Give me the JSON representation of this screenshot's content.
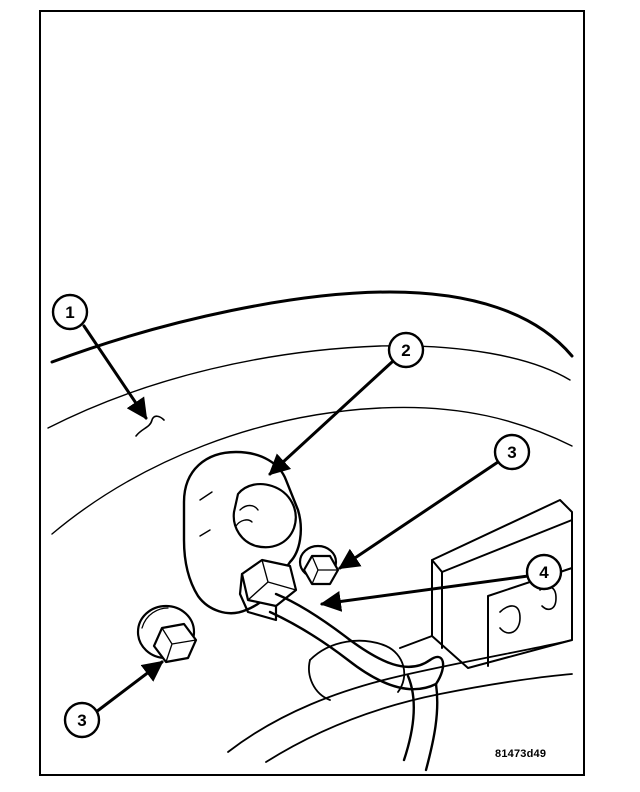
{
  "figure": {
    "id_text": "81473d49"
  },
  "callouts": [
    {
      "number": "1"
    },
    {
      "number": "2"
    },
    {
      "number": "3"
    },
    {
      "number": "4"
    },
    {
      "number": "3"
    }
  ],
  "colors": {
    "line": "#000000",
    "background": "#ffffff"
  }
}
